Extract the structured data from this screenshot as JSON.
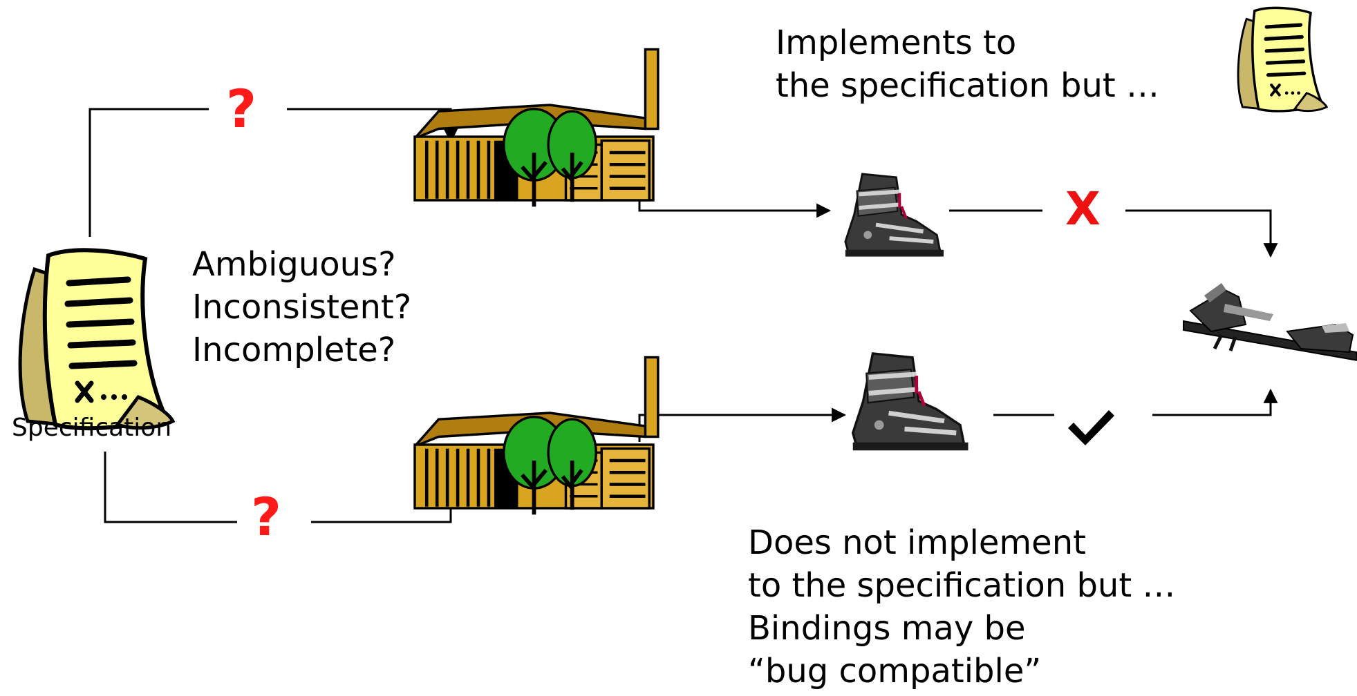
{
  "specification_label": "Specification",
  "spec_questions": [
    "Ambiguous?",
    "Inconsistent?",
    "Incomplete?"
  ],
  "top_question_mark": "?",
  "bottom_question_mark": "?",
  "top_note": [
    "Implements to",
    "the specification but …"
  ],
  "bottom_note": [
    "Does not implement",
    "to the specification but …",
    "Bindings may be",
    "“bug compatible”"
  ],
  "fail_mark": "X",
  "colors": {
    "question": "#ff1a1a",
    "fail": "#ee1111",
    "paper": "#ffff99",
    "building": "#d9a520",
    "tree": "#22aa22",
    "boot": "#3a3a3a"
  },
  "icons": [
    "document-icon",
    "factory-icon",
    "ski-boot-icon",
    "ski-binding-icon",
    "check-icon"
  ]
}
